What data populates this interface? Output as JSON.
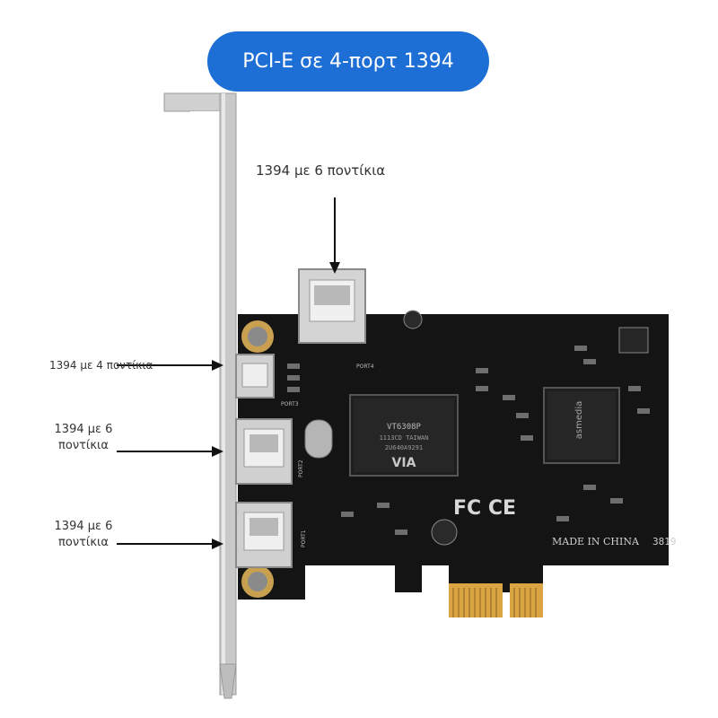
{
  "banner": {
    "title": "PCI-E σε 4-πορτ 1394"
  },
  "labels": {
    "top": "1394 με 6 ποντίκια",
    "port4": "1394 με 4 ποντίκια",
    "port6_a": "1394 με 6 ποντίκια",
    "port6_b": "1394 με 6 ποντίκια"
  },
  "board": {
    "chip_main": "VT6308P",
    "chip_main_line2": "1113CD TAIWAN",
    "chip_main_line3": "2U640A9291",
    "brand_mark": "VIA",
    "chip_bridge": "asmedia",
    "certification": "FC CE",
    "made_in": "MADE IN CHINA",
    "board_code": "3819",
    "port4_mark": "PORT4",
    "port3_mark": "PORT3",
    "port2_mark": "PORT2",
    "port1_mark": "PORT1"
  },
  "colors": {
    "banner": "#1d6fd6",
    "pcb": "#141414",
    "bracket": "#c9c9c9",
    "gold": "#d9a441"
  }
}
